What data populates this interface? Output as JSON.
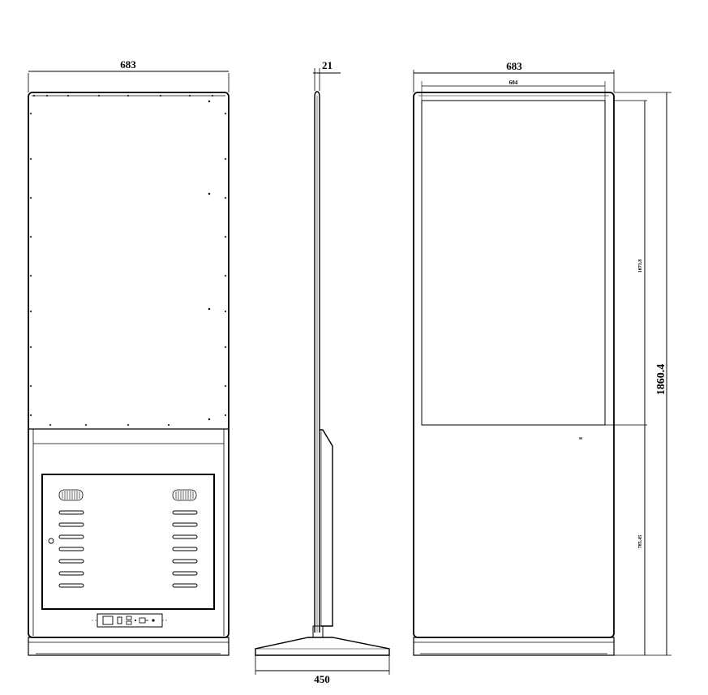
{
  "front_view": {
    "width_label": "683"
  },
  "side_view": {
    "depth_label": "21",
    "base_label": "450"
  },
  "screen_view": {
    "width_label": "683",
    "screen_width_label": "604",
    "screen_height_label": "1073.8",
    "total_height_label": "1860.4",
    "lower_height_label": "785.45",
    "small_mark": "00"
  },
  "colors": {
    "line": "#000000",
    "background": "#ffffff"
  }
}
